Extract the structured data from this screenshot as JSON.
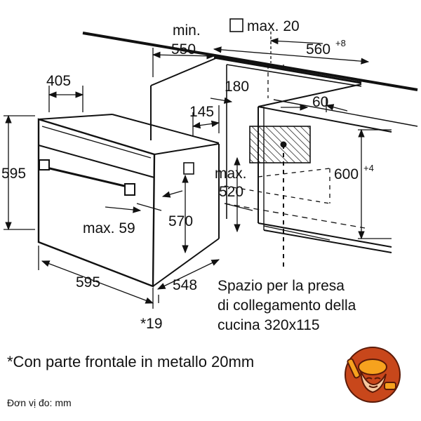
{
  "dimensions": {
    "min_label": "min.",
    "min_value": "550",
    "max_label": "max. 20",
    "width_560": "560",
    "width_560_tol": "+8",
    "oven_depth_405": "405",
    "d180": "180",
    "d145": "145",
    "d60": "60",
    "height_595": "595",
    "max520_label": "max.",
    "max520_value": "520",
    "height_600": "600",
    "height_600_tol": "+4",
    "max59": "max. 59",
    "d570": "570",
    "width_595": "595",
    "d548": "548",
    "d19": "*19"
  },
  "socket_note": {
    "line1": "Spazio per la presa",
    "line2": "di collegamento della",
    "line3": "cucina 320x115"
  },
  "footnote": "*Con parte frontale in metallo 20mm",
  "units": "Đơn vị đo: mm",
  "logo": {
    "icon": "chef-mascot-icon",
    "bg": "#c8471b",
    "accent": "#f6a21e"
  }
}
